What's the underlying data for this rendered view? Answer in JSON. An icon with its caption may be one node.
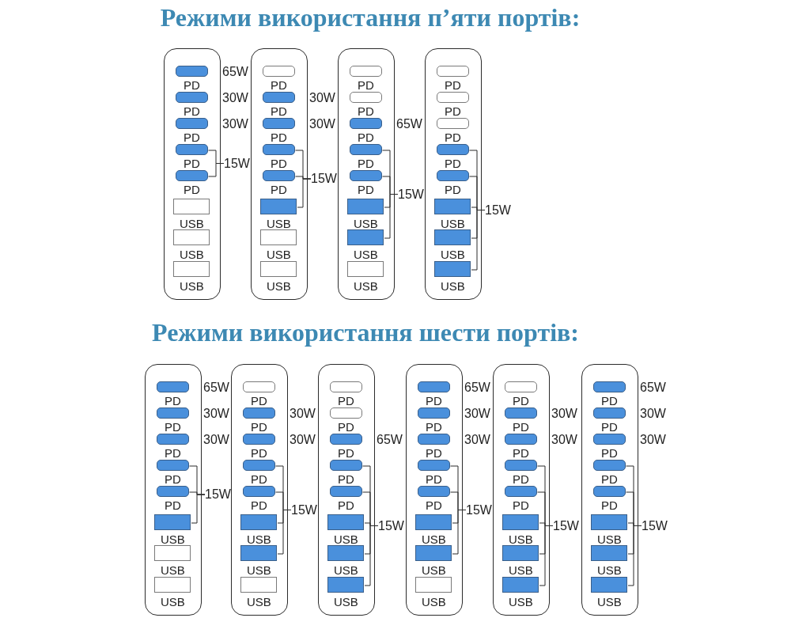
{
  "diagram": {
    "nodes": [
      {
        "text": [],
        "shape": "box"
      },
      {
        "text": [],
        "shape": "pill",
        "in": 0,
        "beside": [
          "PD",
          "65W"
        ]
      },
      {
        "text": [],
        "shape": "pill",
        "in": 0,
        "beside": [
          "PD",
          "30W"
        ]
      },
      {
        "text": [],
        "shape": "pill",
        "in": 0,
        "beside": [
          "PD",
          "30W"
        ]
      },
      {
        "text": [],
        "shape": "pill",
        "in": 0,
        "beside": [
          "PD"
        ]
      },
      {
        "text": [],
        "shape": "pill",
        "in": 0,
        "beside": [
          "PD"
        ]
      },
      {
        "text": [],
        "shape": "box",
        "in": 0,
        "beside": [
          "USB"
        ]
      },
      {
        "text": [],
        "shape": "box",
        "in": 0,
        "beside": [
          "USB"
        ]
      },
      {
        "text": [],
        "shape": "box",
        "in": 0,
        "beside": [
          "USB"
        ]
      },
      {
        "text": [
          "15W"
        ]
      },
      {
        "text": [],
        "shape": "box"
      },
      {
        "text": [],
        "shape": "pill",
        "in": 10,
        "beside": [
          "PD"
        ]
      },
      {
        "text": [],
        "shape": "pill",
        "in": 10,
        "beside": [
          "PD",
          "30W"
        ]
      },
      {
        "text": [],
        "shape": "pill",
        "in": 10,
        "beside": [
          "PD",
          "30W"
        ]
      },
      {
        "text": [],
        "shape": "pill",
        "in": 10,
        "beside": [
          "PD"
        ]
      },
      {
        "text": [],
        "shape": "pill",
        "in": 10,
        "beside": [
          "PD"
        ]
      },
      {
        "text": [],
        "shape": "box",
        "in": 10,
        "beside": [
          "USB"
        ]
      },
      {
        "text": [],
        "shape": "box",
        "in": 10,
        "beside": [
          "USB"
        ]
      },
      {
        "text": [],
        "shape": "box",
        "in": 10,
        "beside": [
          "USB"
        ]
      },
      {
        "text": [
          "15W"
        ]
      },
      {
        "text": [],
        "shape": "box"
      },
      {
        "text": [],
        "shape": "pill",
        "in": 20,
        "beside": [
          "PD"
        ]
      },
      {
        "text": [],
        "shape": "pill",
        "in": 20,
        "beside": [
          "PD"
        ]
      },
      {
        "text": [],
        "shape": "pill",
        "in": 20,
        "beside": [
          "PD",
          "65W"
        ]
      },
      {
        "text": [],
        "shape": "pill",
        "in": 20,
        "beside": [
          "PD"
        ]
      },
      {
        "text": [],
        "shape": "pill",
        "in": 20,
        "beside": [
          "PD"
        ]
      },
      {
        "text": [],
        "shape": "box",
        "in": 20,
        "beside": [
          "USB"
        ]
      },
      {
        "text": [],
        "shape": "box",
        "in": 20,
        "beside": [
          "USB"
        ]
      },
      {
        "text": [],
        "shape": "box",
        "in": 20,
        "beside": [
          "USB"
        ]
      },
      {
        "text": [
          "15W"
        ]
      },
      {
        "text": [],
        "shape": "box"
      },
      {
        "text": [],
        "shape": "pill",
        "in": 30,
        "beside": [
          "PD"
        ]
      },
      {
        "text": [],
        "shape": "pill",
        "in": 30,
        "beside": [
          "PD"
        ]
      },
      {
        "text": [],
        "shape": "pill",
        "in": 30,
        "beside": [
          "PD"
        ]
      },
      {
        "text": [],
        "shape": "pill",
        "in": 30,
        "beside": [
          "PD"
        ]
      },
      {
        "text": [],
        "shape": "pill",
        "in": 30,
        "beside": [
          "PD"
        ]
      },
      {
        "text": [],
        "shape": "box",
        "in": 30,
        "beside": [
          "USB"
        ]
      },
      {
        "text": [],
        "shape": "box",
        "in": 30,
        "beside": [
          "USB"
        ]
      },
      {
        "text": [],
        "shape": "box",
        "in": 30,
        "beside": [
          "USB"
        ]
      },
      {
        "text": [
          "15W"
        ]
      },
      {
        "text": [],
        "shape": "box"
      },
      {
        "text": [],
        "shape": "pill",
        "in": 40,
        "beside": [
          "PD",
          "65W"
        ]
      },
      {
        "text": [],
        "shape": "pill",
        "in": 40,
        "beside": [
          "PD",
          "30W"
        ]
      },
      {
        "text": [],
        "shape": "pill",
        "in": 40,
        "beside": [
          "PD",
          "30W"
        ]
      },
      {
        "text": [],
        "shape": "pill",
        "in": 40,
        "beside": [
          "PD"
        ]
      },
      {
        "text": [],
        "shape": "pill",
        "in": 40,
        "beside": [
          "PD"
        ]
      },
      {
        "text": [],
        "shape": "box",
        "in": 40,
        "beside": [
          "USB"
        ]
      },
      {
        "text": [],
        "shape": "box",
        "in": 40,
        "beside": [
          "USB"
        ]
      },
      {
        "text": [],
        "shape": "box",
        "in": 40,
        "beside": [
          "USB"
        ]
      },
      {
        "text": [
          "15W"
        ]
      },
      {
        "text": [],
        "shape": "box"
      },
      {
        "text": [],
        "shape": "pill",
        "in": 50,
        "beside": [
          "PD"
        ]
      },
      {
        "text": [],
        "shape": "pill",
        "in": 50,
        "beside": [
          "PD",
          "30W"
        ]
      },
      {
        "text": [],
        "shape": "pill",
        "in": 50,
        "beside": [
          "PD",
          "30W"
        ]
      },
      {
        "text": [],
        "shape": "pill",
        "in": 50,
        "beside": [
          "PD"
        ]
      },
      {
        "text": [],
        "shape": "pill",
        "in": 50,
        "beside": [
          "PD"
        ]
      },
      {
        "text": [],
        "shape": "box",
        "in": 50,
        "beside": [
          "USB"
        ]
      },
      {
        "text": [],
        "shape": "box",
        "in": 50,
        "beside": [
          "USB"
        ]
      },
      {
        "text": [],
        "shape": "box",
        "in": 50,
        "beside": [
          "USB"
        ]
      },
      {
        "text": [
          "15W"
        ]
      },
      {
        "text": [],
        "shape": "box"
      },
      {
        "text": [],
        "shape": "pill",
        "in": 60,
        "beside": [
          "PD"
        ]
      },
      {
        "text": [],
        "shape": "pill",
        "in": 60,
        "beside": [
          "PD"
        ]
      },
      {
        "text": [],
        "shape": "pill",
        "in": 60,
        "beside": [
          "PD",
          "65W"
        ]
      },
      {
        "text": [],
        "shape": "pill",
        "in": 60,
        "beside": [
          "PD"
        ]
      },
      {
        "text": [],
        "shape": "pill",
        "in": 60,
        "beside": [
          "PD"
        ]
      },
      {
        "text": [],
        "shape": "box",
        "in": 60,
        "beside": [
          "USB"
        ]
      },
      {
        "text": [],
        "shape": "box",
        "in": 60,
        "beside": [
          "USB"
        ]
      },
      {
        "text": [],
        "shape": "box",
        "in": 60,
        "beside": [
          "USB"
        ]
      },
      {
        "text": [
          "15W"
        ]
      },
      {
        "text": [],
        "shape": "box"
      },
      {
        "text": [],
        "shape": "pill",
        "in": 70,
        "beside": [
          "PD",
          "65W"
        ]
      },
      {
        "text": [],
        "shape": "pill",
        "in": 70,
        "beside": [
          "PD",
          "30W"
        ]
      },
      {
        "text": [],
        "shape": "pill",
        "in": 70,
        "beside": [
          "PD",
          "30W"
        ]
      },
      {
        "text": [],
        "shape": "pill",
        "in": 70,
        "beside": [
          "PD"
        ]
      },
      {
        "text": [],
        "shape": "pill",
        "in": 70,
        "beside": [
          "PD"
        ]
      },
      {
        "text": [],
        "shape": "box",
        "in": 70,
        "beside": [
          "USB"
        ]
      },
      {
        "text": [],
        "shape": "box",
        "in": 70,
        "beside": [
          "USB"
        ]
      },
      {
        "text": [],
        "shape": "box",
        "in": 70,
        "beside": [
          "USB"
        ]
      },
      {
        "text": [
          "15W"
        ]
      },
      {
        "text": [],
        "shape": "box"
      },
      {
        "text": [],
        "shape": "pill",
        "in": 80,
        "beside": [
          "PD"
        ]
      },
      {
        "text": [],
        "shape": "pill",
        "in": 80,
        "beside": [
          "PD",
          "30W"
        ]
      },
      {
        "text": [],
        "shape": "pill",
        "in": 80,
        "beside": [
          "PD",
          "30W"
        ]
      },
      {
        "text": [],
        "shape": "pill",
        "in": 80,
        "beside": [
          "PD"
        ]
      },
      {
        "text": [],
        "shape": "pill",
        "in": 80,
        "beside": [
          "PD"
        ]
      },
      {
        "text": [],
        "shape": "box",
        "in": 80,
        "beside": [
          "USB"
        ]
      },
      {
        "text": [],
        "shape": "box",
        "in": 80,
        "beside": [
          "USB"
        ]
      },
      {
        "text": [],
        "shape": "box",
        "in": 80,
        "beside": [
          "USB"
        ]
      },
      {
        "text": [
          "15W"
        ]
      },
      {
        "text": [],
        "shape": "box"
      },
      {
        "text": [],
        "shape": "pill",
        "in": 90,
        "beside": [
          "PD",
          "65W"
        ]
      },
      {
        "text": [],
        "shape": "pill",
        "in": 90,
        "beside": [
          "PD",
          "30W"
        ]
      },
      {
        "text": [],
        "shape": "pill",
        "in": 90,
        "beside": [
          "PD",
          "30W"
        ]
      },
      {
        "text": [],
        "shape": "pill",
        "in": 90,
        "beside": [
          "PD"
        ]
      },
      {
        "text": [],
        "shape": "pill",
        "in": 90,
        "beside": [
          "PD"
        ]
      },
      {
        "text": [],
        "shape": "box",
        "in": 90,
        "beside": [
          "USB"
        ]
      },
      {
        "text": [],
        "shape": "box",
        "in": 90,
        "beside": [
          "USB"
        ]
      },
      {
        "text": [],
        "shape": "box",
        "in": 90,
        "beside": [
          "USB"
        ]
      },
      {
        "text": [
          "15W"
        ]
      }
    ],
    "edges": [
      {
        "from": 4,
        "to": 9,
        "arrow": "none"
      },
      {
        "from": 5,
        "to": 9,
        "arrow": "none"
      },
      {
        "from": 14,
        "to": 19,
        "arrow": "none"
      },
      {
        "from": 15,
        "to": 19,
        "arrow": "none"
      },
      {
        "from": 16,
        "to": 19,
        "arrow": "none"
      },
      {
        "from": 24,
        "to": 29,
        "arrow": "none"
      },
      {
        "from": 25,
        "to": 29,
        "arrow": "none"
      },
      {
        "from": 26,
        "to": 29,
        "arrow": "none"
      },
      {
        "from": 27,
        "to": 29,
        "arrow": "none"
      },
      {
        "from": 34,
        "to": 39,
        "arrow": "none"
      },
      {
        "from": 35,
        "to": 39,
        "arrow": "none"
      },
      {
        "from": 36,
        "to": 39,
        "arrow": "none"
      },
      {
        "from": 37,
        "to": 39,
        "arrow": "none"
      },
      {
        "from": 38,
        "to": 39,
        "arrow": "none"
      },
      {
        "from": 44,
        "to": 49,
        "arrow": "none"
      },
      {
        "from": 45,
        "to": 49,
        "arrow": "none"
      },
      {
        "from": 46,
        "to": 49,
        "arrow": "none"
      },
      {
        "from": 54,
        "to": 59,
        "arrow": "none"
      },
      {
        "from": 55,
        "to": 59,
        "arrow": "none"
      },
      {
        "from": 56,
        "to": 59,
        "arrow": "none"
      },
      {
        "from": 57,
        "to": 59,
        "arrow": "none"
      },
      {
        "from": 64,
        "to": 69,
        "arrow": "none"
      },
      {
        "from": 65,
        "to": 69,
        "arrow": "none"
      },
      {
        "from": 66,
        "to": 69,
        "arrow": "none"
      },
      {
        "from": 67,
        "to": 69,
        "arrow": "none"
      },
      {
        "from": 68,
        "to": 69,
        "arrow": "none"
      },
      {
        "from": 74,
        "to": 79,
        "arrow": "none"
      },
      {
        "from": 75,
        "to": 79,
        "arrow": "none"
      },
      {
        "from": 76,
        "to": 79,
        "arrow": "none"
      },
      {
        "from": 77,
        "to": 79,
        "arrow": "none"
      },
      {
        "from": 84,
        "to": 89,
        "arrow": "none"
      },
      {
        "from": 85,
        "to": 89,
        "arrow": "none"
      },
      {
        "from": 86,
        "to": 89,
        "arrow": "none"
      },
      {
        "from": 87,
        "to": 89,
        "arrow": "none"
      },
      {
        "from": 88,
        "to": 89,
        "arrow": "none"
      },
      {
        "from": 94,
        "to": 99,
        "arrow": "none"
      },
      {
        "from": 95,
        "to": 99,
        "arrow": "none"
      },
      {
        "from": 96,
        "to": 99,
        "arrow": "none"
      },
      {
        "from": 97,
        "to": 99,
        "arrow": "none"
      },
      {
        "from": 98,
        "to": 99,
        "arrow": "none"
      }
    ],
    "labels": [
      "Режими використання п’яти портів:",
      "Режими використання шести портів:"
    ]
  }
}
